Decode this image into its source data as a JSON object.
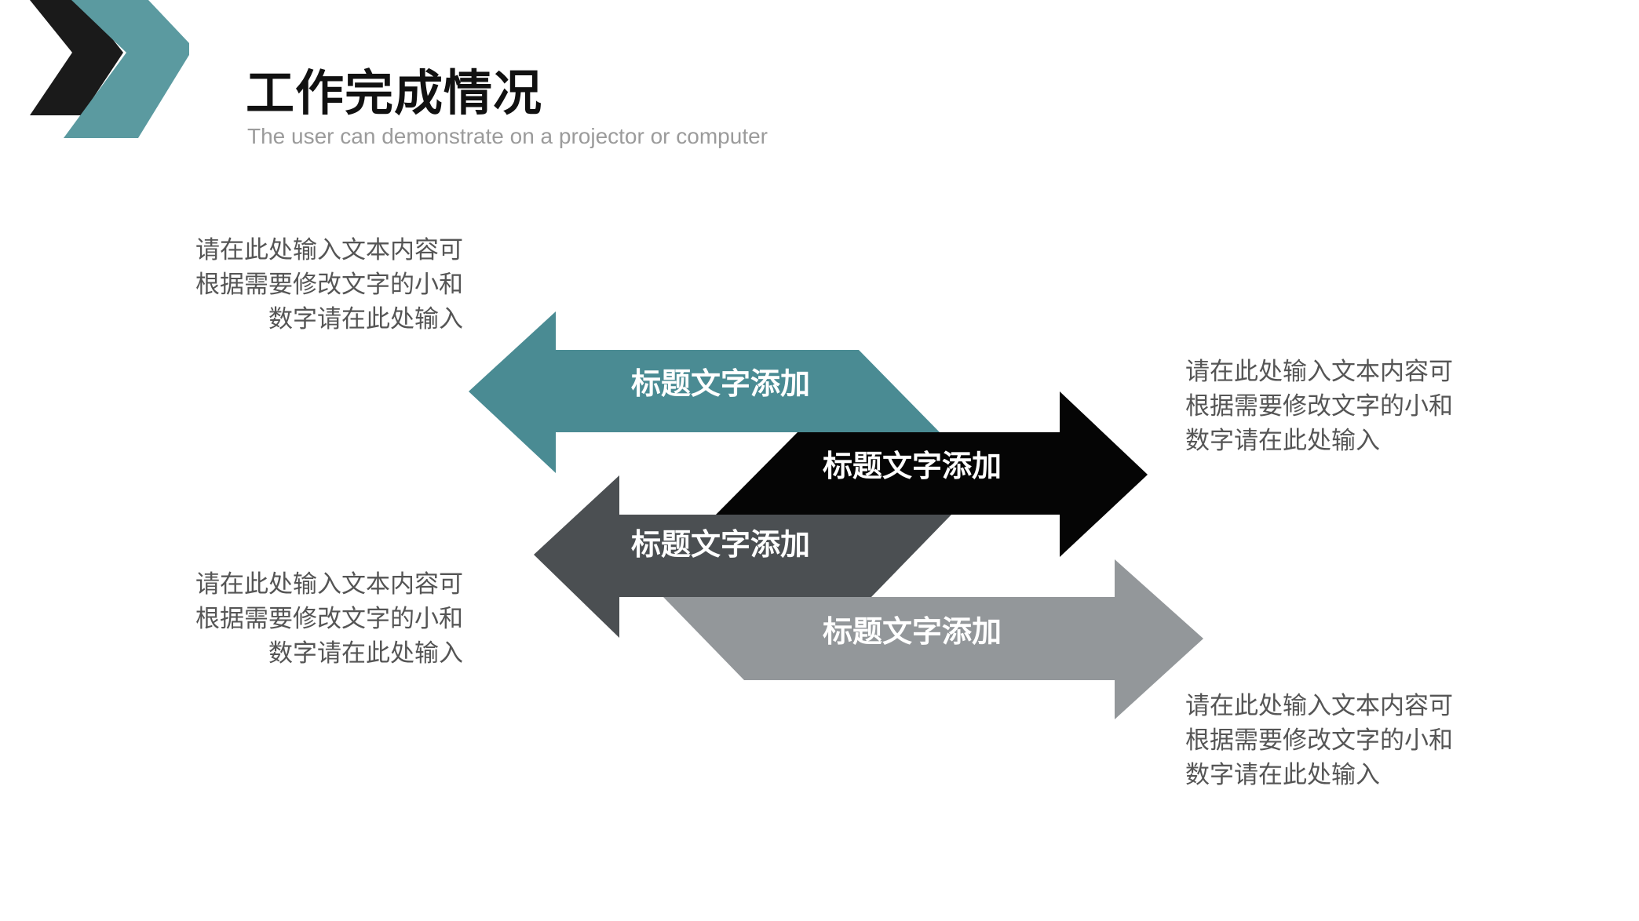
{
  "header": {
    "title": "工作完成情况",
    "subtitle": "The user can demonstrate on a projector or computer"
  },
  "colors": {
    "teal": "#4a8b93",
    "black": "#050505",
    "dark_gray": "#4b4f52",
    "light_gray": "#93979a",
    "chevron_dark": "#1a1a1a",
    "chevron_teal": "#5b9aa0"
  },
  "arrows": [
    {
      "label": "标题文字添加",
      "direction": "left",
      "color": "teal"
    },
    {
      "label": "标题文字添加",
      "direction": "right",
      "color": "black"
    },
    {
      "label": "标题文字添加",
      "direction": "left",
      "color": "dark_gray"
    },
    {
      "label": "标题文字添加",
      "direction": "right",
      "color": "light_gray"
    }
  ],
  "descriptions": [
    {
      "lines": [
        "请在此处输入文本内容可",
        "根据需要修改文字的小和",
        "数字请在此处输入"
      ]
    },
    {
      "lines": [
        "请在此处输入文本内容可",
        "根据需要修改文字的小和",
        "数字请在此处输入"
      ]
    },
    {
      "lines": [
        "请在此处输入文本内容可",
        "根据需要修改文字的小和",
        "数字请在此处输入"
      ]
    },
    {
      "lines": [
        "请在此处输入文本内容可",
        "根据需要修改文字的小和",
        "数字请在此处输入"
      ]
    }
  ]
}
